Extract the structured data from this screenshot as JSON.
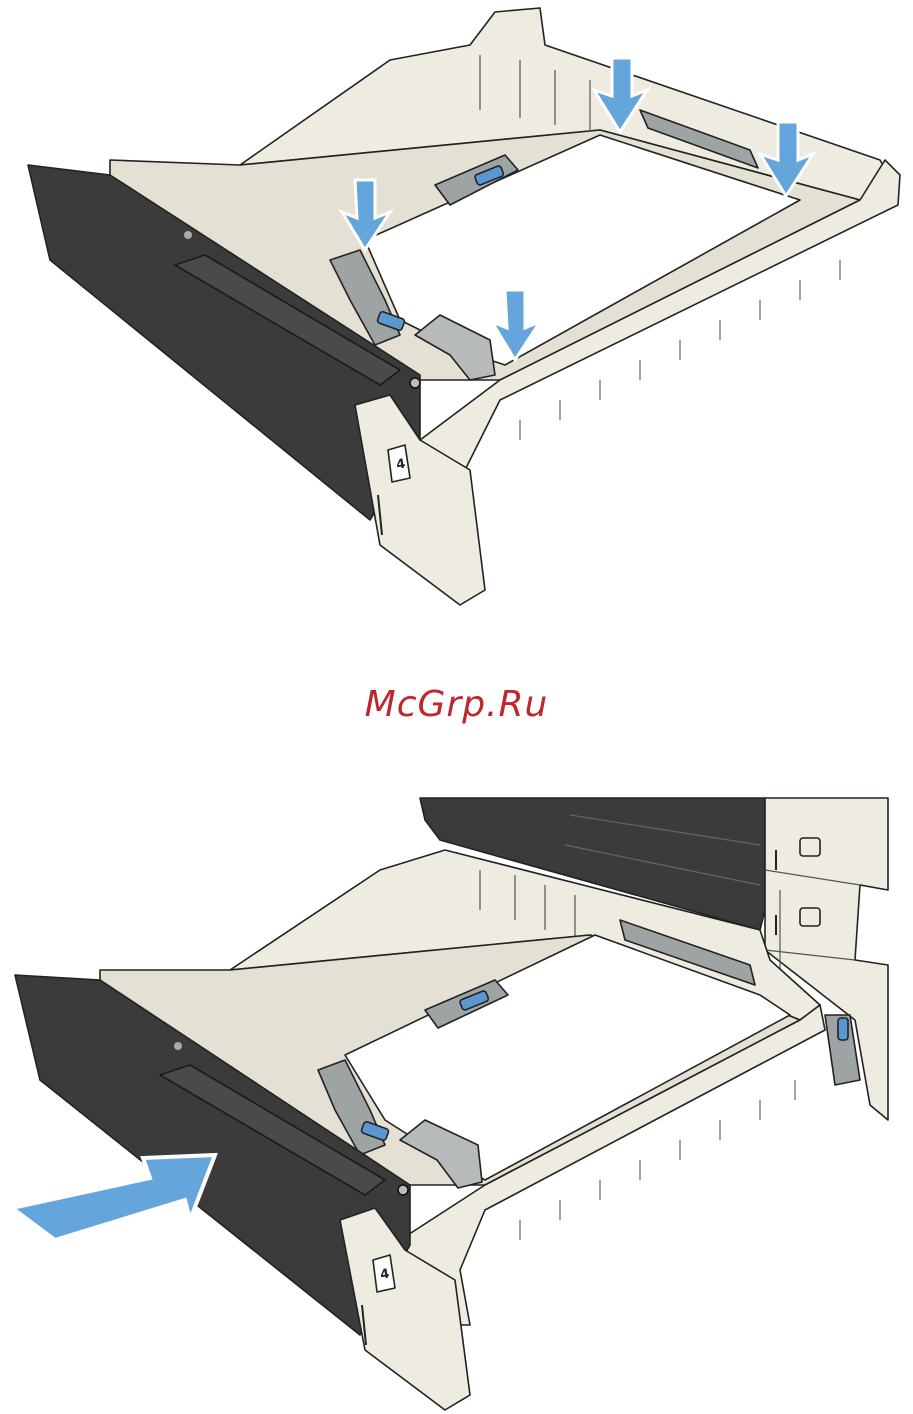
{
  "watermark": {
    "text": "McGrp.Ru",
    "color": "#c0272d"
  },
  "figures": [
    {
      "id": "figure-adjust-guides",
      "tray_label": "4",
      "arrows": 4,
      "arrow_color": "#64a5dc"
    },
    {
      "id": "figure-close-tray",
      "tray_label": "4",
      "arrows": 1,
      "arrow_color": "#64a5dc"
    }
  ],
  "colors": {
    "tray_plastic": "#eeebe1",
    "tray_shadow": "#d8d4c6",
    "tray_front": "#3b3b3b",
    "paper": "#ffffff",
    "guide_gray": "#9ea3a3",
    "guide_tab_blue": "#5a96d0",
    "outline": "#222222"
  }
}
